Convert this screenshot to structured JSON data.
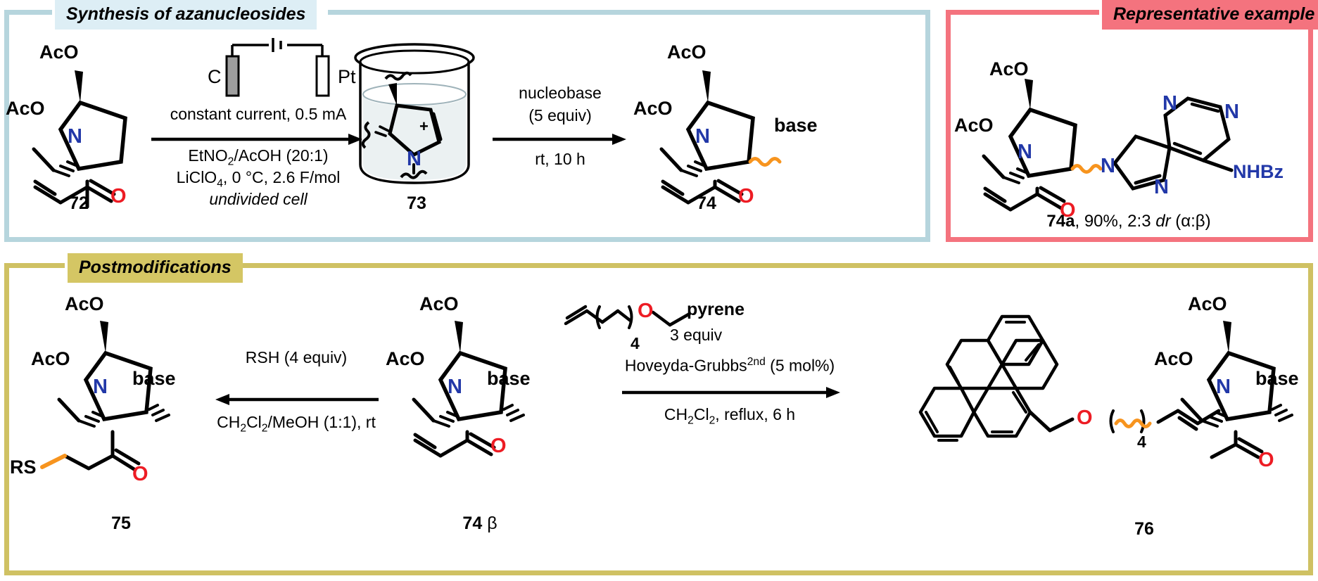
{
  "scheme": {
    "type": "reaction-scheme",
    "title_chips": {
      "synthesis": "Synthesis of azanucleosides",
      "example": "Representative example",
      "postmodifications": "Postmodifications"
    },
    "colors": {
      "synthesis_border": "#b6d5dd",
      "synthesis_chip_bg": "#ddeef5",
      "example_border": "#f4737e",
      "example_chip_bg": "#f4737e",
      "post_border": "#cfc163",
      "post_chip_bg": "#d4c664",
      "oxygen_red": "#ed1c24",
      "nitrogen_blue": "#2238a8",
      "squiggle_orange": "#f7941e",
      "carbon_black": "#000000",
      "electrode_carbon_fill": "#9e9e9e",
      "beaker_liquid": "#e8eef0"
    }
  },
  "synthesis": {
    "compound_72": {
      "label": "72",
      "AcO_top": "AcO",
      "AcO_left": "AcO",
      "N": "N",
      "O": "O"
    },
    "electrolysis": {
      "anode_label": "C",
      "cathode_label": "Pt",
      "above_line": "constant current, 0.5 mA",
      "below_line_1": "EtNO2/AcOH (20:1)",
      "below_line_1_parts": {
        "a": "EtNO",
        "sub": "2",
        "b": "/AcOH (20:1)"
      },
      "below_line_2_parts": {
        "a": "LiClO",
        "sub": "4",
        "b": ", 0 °C, 2.6 F/mol"
      },
      "below_line_3": "undivided cell"
    },
    "compound_73": {
      "label": "73",
      "N": "N",
      "charge": "+"
    },
    "nucleobase_step": {
      "above_line_1": "nucleobase",
      "above_line_2": "(5 equiv)",
      "below_line_1": "rt, 10 h"
    },
    "compound_74": {
      "label": "74",
      "AcO_top": "AcO",
      "AcO_left": "AcO",
      "N": "N",
      "O": "O",
      "base": "base"
    }
  },
  "example": {
    "compound": {
      "AcO_top": "AcO",
      "AcO_left": "AcO",
      "N": "N",
      "O": "O",
      "NHBz": "NHBz"
    },
    "purine_atoms": {
      "N1": "N",
      "N3": "N",
      "N7": "N",
      "N9": "N"
    },
    "caption": {
      "id": "74a",
      "rest_1": ", 90%, 2:3 ",
      "dr": "dr",
      "rest_2": " (α:β)"
    }
  },
  "postmodifications": {
    "compound_75": {
      "label": "75",
      "AcO_top": "AcO",
      "AcO_left": "AcO",
      "N": "N",
      "O": "O",
      "base": "base",
      "RS": "RS"
    },
    "thiol_step": {
      "above_line": "RSH (4 equiv)",
      "below_line_parts": {
        "a": "CH",
        "sub1": "2",
        "b": "Cl",
        "sub2": "2",
        "c": "/MeOH (1:1), rt"
      }
    },
    "compound_74beta": {
      "label_bold": "74",
      "label_beta": " β",
      "AcO_top": "AcO",
      "AcO_left": "AcO",
      "N": "N",
      "O": "O",
      "base": "base"
    },
    "metathesis_step": {
      "reagent_label": "pyrene",
      "reagent_repeat": "4",
      "reagent_O": "O",
      "equiv": "3 equiv",
      "catalyst_parts": {
        "a": "Hoveyda-Grubbs",
        "sup": "2nd",
        "b": " (5 mol%)"
      },
      "below_line_parts": {
        "a": "CH",
        "sub1": "2",
        "b": "Cl",
        "sub2": "2",
        "c": ", reflux, 6 h"
      }
    },
    "compound_76": {
      "label": "76",
      "AcO_top": "AcO",
      "AcO_left": "AcO",
      "N": "N",
      "O_ester": "O",
      "O_ketone": "O",
      "base": "base",
      "repeat": "4"
    }
  }
}
